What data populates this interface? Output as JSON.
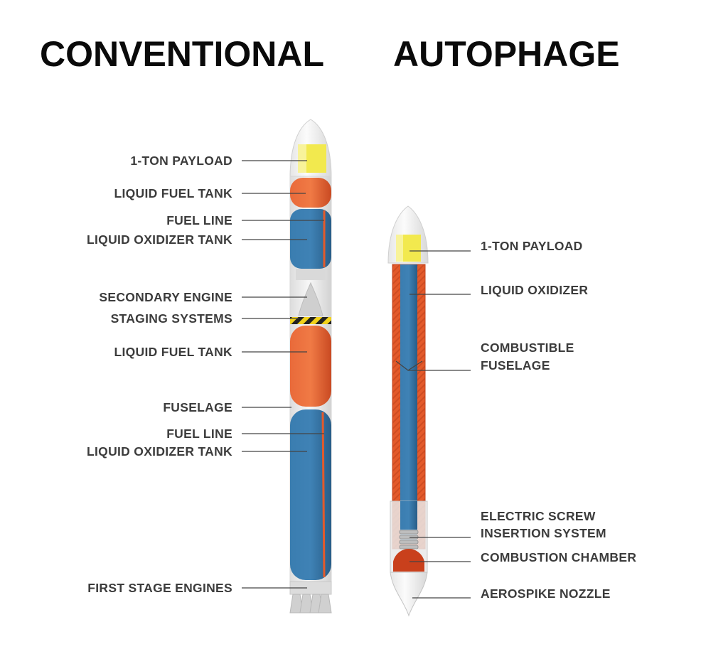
{
  "headings": {
    "conventional": "CONVENTIONAL",
    "autophage": "AUTOPHAGE"
  },
  "conventional_labels": [
    "1-TON PAYLOAD",
    "LIQUID FUEL TANK",
    "FUEL LINE",
    "LIQUID OXIDIZER TANK",
    "SECONDARY ENGINE",
    "STAGING SYSTEMS",
    "LIQUID FUEL TANK",
    "FUSELAGE",
    "FUEL LINE",
    "LIQUID OXIDIZER TANK",
    "FIRST STAGE ENGINES"
  ],
  "autophage_labels": [
    "1-TON PAYLOAD",
    "LIQUID OXIDIZER",
    "COMBUSTIBLE",
    "FUSELAGE",
    "ELECTRIC SCREW",
    "INSERTION SYSTEM",
    "COMBUSTION CHAMBER",
    "AEROSPIKE NOZZLE"
  ],
  "colors": {
    "fuel": "#e35a2b",
    "oxidizer": "#2f6d9e",
    "payload": "#f2e94e",
    "casing": "#eeeeee",
    "text": "#3c3c3c"
  }
}
